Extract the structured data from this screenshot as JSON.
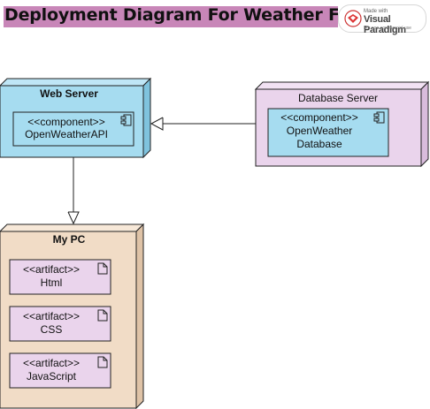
{
  "title": "Deployment Diagram For Weather Forecast",
  "badge": {
    "made_with": "Made with",
    "brand": "Visual Paradigm",
    "sub": "For non-commercial use"
  },
  "nodes": {
    "web_server": {
      "label": "Web Server",
      "component": {
        "stereotype": "<<component>>",
        "name": "OpenWeatherAPI"
      }
    },
    "database_server": {
      "label": "Database Server",
      "component": {
        "stereotype": "<<component>>",
        "name_line1": "OpenWeather",
        "name_line2": "Database"
      }
    },
    "my_pc": {
      "label": "My PC",
      "artifacts": [
        {
          "stereotype": "<<artifact>>",
          "name": "Html"
        },
        {
          "stereotype": "<<artifact>>",
          "name": "CSS"
        },
        {
          "stereotype": "<<artifact>>",
          "name": "JavaScript"
        }
      ]
    }
  },
  "colors": {
    "title_bg": "#c886b8",
    "web_server_face": "#a6dcf0",
    "web_server_side": "#7fc3de",
    "db_server_face": "#ead4ec",
    "db_server_side": "#d9bcdc",
    "pc_face": "#f1dcc6",
    "pc_side": "#dfc3a7",
    "artifact_fill": "#ead4ec",
    "component_fill": "#a6dcf0"
  }
}
